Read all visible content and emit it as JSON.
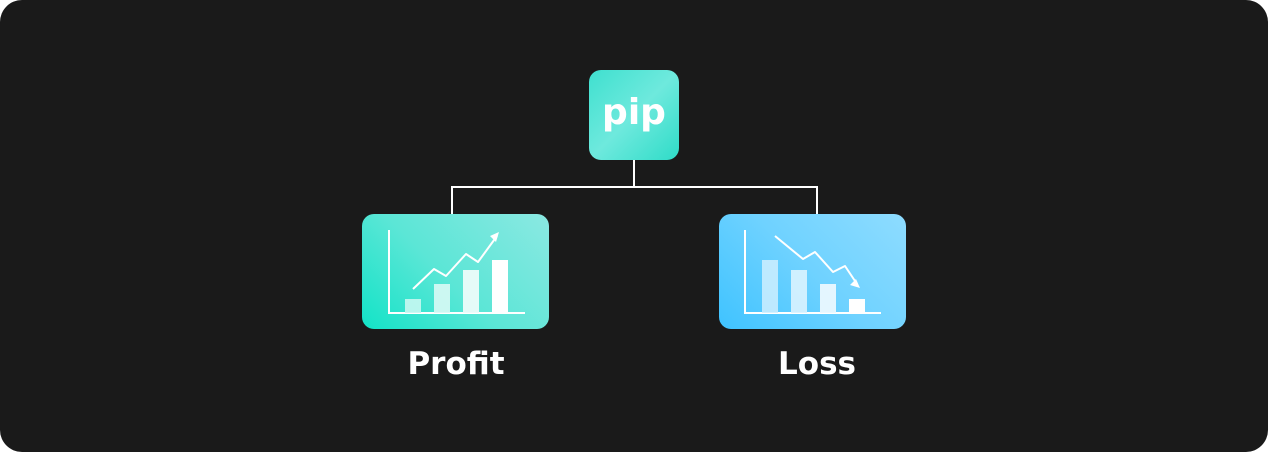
{
  "diagram": {
    "root": {
      "label": "pip"
    },
    "branches": [
      {
        "label": "Profit",
        "trend": "up",
        "icon": "chart-up-icon",
        "color_start": "#12e3c7",
        "color_end": "#8be8e2"
      },
      {
        "label": "Loss",
        "trend": "down",
        "icon": "chart-down-icon",
        "color_start": "#3fc3ff",
        "color_end": "#8edcff"
      }
    ],
    "colors": {
      "background": "#1a1a1a",
      "connector": "#ffffff",
      "text": "#ffffff"
    }
  }
}
